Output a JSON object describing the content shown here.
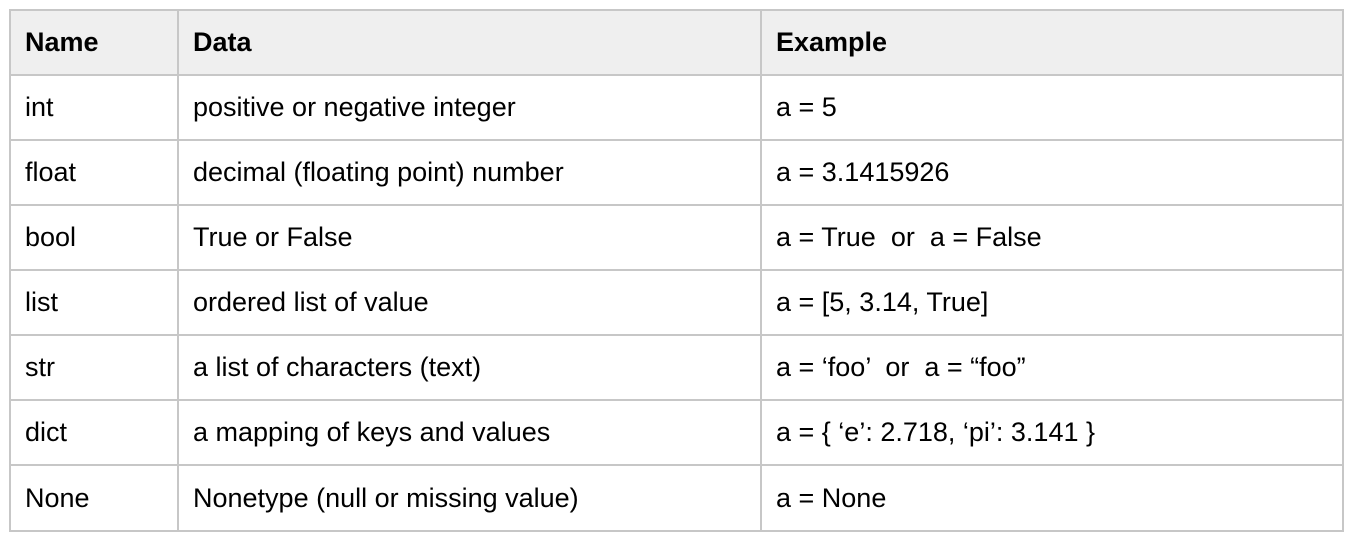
{
  "table": {
    "headers": [
      "Name",
      "Data",
      "Example"
    ],
    "rows": [
      [
        "int",
        "positive or negative integer",
        "a = 5"
      ],
      [
        "float",
        "decimal (floating point) number",
        "a = 3.1415926"
      ],
      [
        "bool",
        "True or False",
        "a = True  or  a = False"
      ],
      [
        "list",
        "ordered list of value",
        "a = [5, 3.14, True]"
      ],
      [
        "str",
        "a list of characters (text)",
        "a = ‘foo’  or  a = “foo”"
      ],
      [
        "dict",
        "a mapping of keys and values",
        "a = { ‘e’: 2.718, ‘pi’: 3.141 }"
      ],
      [
        "None",
        "Nonetype (null or missing value)",
        "a = None"
      ]
    ]
  },
  "colors": {
    "header_bg": "#efefef",
    "border": "#c7c7c7",
    "text": "#000000"
  }
}
